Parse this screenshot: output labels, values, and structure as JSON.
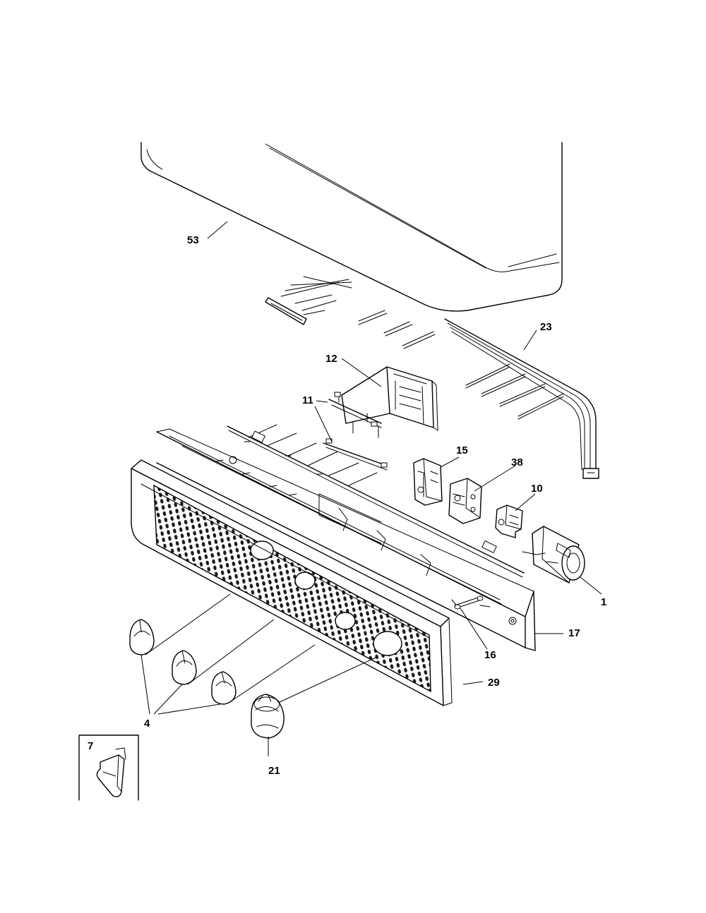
{
  "labels": {
    "part_53": "53",
    "part_23": "23",
    "part_12": "12",
    "part_11": "11",
    "part_15": "15",
    "part_38": "38",
    "part_10": "10",
    "part_1": "1",
    "part_17": "17",
    "part_16": "16",
    "part_29": "29",
    "part_4": "4",
    "part_21": "21",
    "part_7": "7"
  }
}
